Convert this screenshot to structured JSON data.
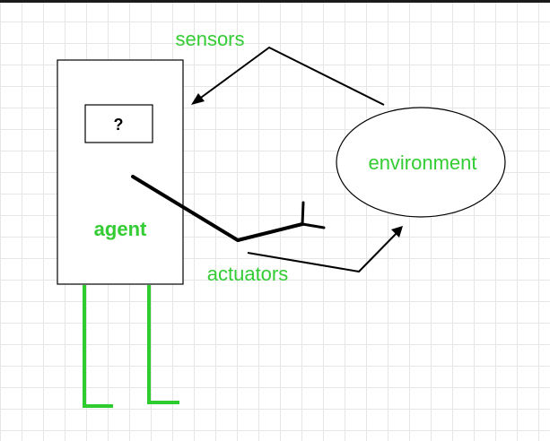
{
  "labels": {
    "sensors": "sensors",
    "environment": "environment",
    "agent": "agent",
    "unknown": "?",
    "actuators": "actuators"
  },
  "colors": {
    "label_green": "#33cc33",
    "leg_green": "#2ecc2e",
    "stroke": "#000000",
    "grid": "#e6e6e6"
  }
}
